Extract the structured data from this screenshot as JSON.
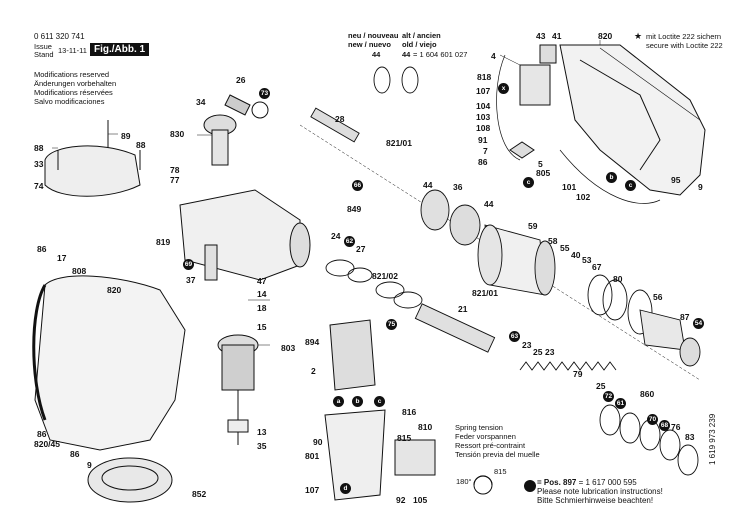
{
  "header": {
    "part_number": "0 611 320 741",
    "issue_label": "Issue",
    "stand_label": "Stand",
    "issue_date": "13-11-11",
    "figure_label": "Fig./Abb. 1"
  },
  "modifications": [
    "Modifications reserved",
    "Änderungen vorbehalten",
    "Modifications réservées",
    "Salvo modificaciones"
  ],
  "loctite": {
    "star": "★",
    "line1": "mit Loctite 222 sichern",
    "line2": "secure with Loctite 222"
  },
  "new_old": {
    "new_title": "neu / nouveau",
    "new_sub": "new / nuevo",
    "new_value": "44",
    "old_title": "alt / ancien",
    "old_sub": "old / viejo",
    "old_value": "44",
    "old_number": "= 1 604 601 027"
  },
  "spring": {
    "lines": [
      "Spring tension",
      "Feder vorspannen",
      "Ressort pré-contraint",
      "Tensión previa del muelle"
    ],
    "angle": "180°",
    "part": "815"
  },
  "lubrication": {
    "pos": "= Pos. 897",
    "number": "= 1 617 000 595",
    "lines": [
      "Please note lubrication instructions!",
      "Bitte Schmierhinweise beachten!"
    ]
  },
  "sheet_number": "1 619 973 239",
  "callouts": {
    "c43": "43",
    "c41": "41",
    "c820a": "820",
    "c4": "4",
    "c818": "818",
    "c107a": "107",
    "c104": "104",
    "c103": "103",
    "c108": "108",
    "c91": "91",
    "c7": "7",
    "c86a": "86",
    "c5": "5",
    "c805": "805",
    "c101": "101",
    "c102": "102",
    "c95": "95",
    "c9a": "9",
    "c26": "26",
    "c34": "34",
    "c830": "830",
    "c28": "28",
    "c78": "78",
    "c77": "77",
    "c819": "819",
    "c37": "37",
    "c47": "47",
    "c14": "14",
    "c18": "18",
    "c15": "15",
    "c803": "803",
    "c13": "13",
    "c35": "35",
    "c88a": "88",
    "c89": "89",
    "c33": "33",
    "c88b": "88",
    "c74": "74",
    "c821a": "821/01",
    "c849": "849",
    "c44a": "44",
    "c36": "36",
    "c44b": "44",
    "c59": "59",
    "c58": "58",
    "c55": "55",
    "c40": "40",
    "c53": "53",
    "c67": "67",
    "c80": "80",
    "c56": "56",
    "c87": "87",
    "c24": "24",
    "c27": "27",
    "c821b": "821/02",
    "c21": "21",
    "c821c": "821/01",
    "c23a": "23",
    "c25": "25",
    "c23b": "23",
    "c79": "79",
    "c25b": "25",
    "c860": "860",
    "c76": "76",
    "c83": "83",
    "c86b": "86",
    "c17": "17",
    "c808": "808",
    "c820b": "820",
    "c86c": "86",
    "c820_45": "820/45",
    "c86d": "86",
    "c9b": "9",
    "c852": "852",
    "c894": "894",
    "c2": "2",
    "c90": "90",
    "c801": "801",
    "c107b": "107",
    "c816": "816",
    "c815": "815",
    "c810": "810",
    "c92": "92",
    "c105": "105"
  },
  "badges": {
    "b73": "73",
    "b66": "66",
    "b62": "62",
    "b69": "69",
    "b75": "75",
    "b63": "63",
    "b54": "54",
    "b72": "72",
    "b61": "61",
    "b70": "70",
    "b68": "68",
    "ba": "a",
    "bb": "b",
    "bc": "c",
    "bd": "d",
    "bx": "x",
    "bc2": "c",
    "bb2": "b",
    "bq": "c"
  }
}
